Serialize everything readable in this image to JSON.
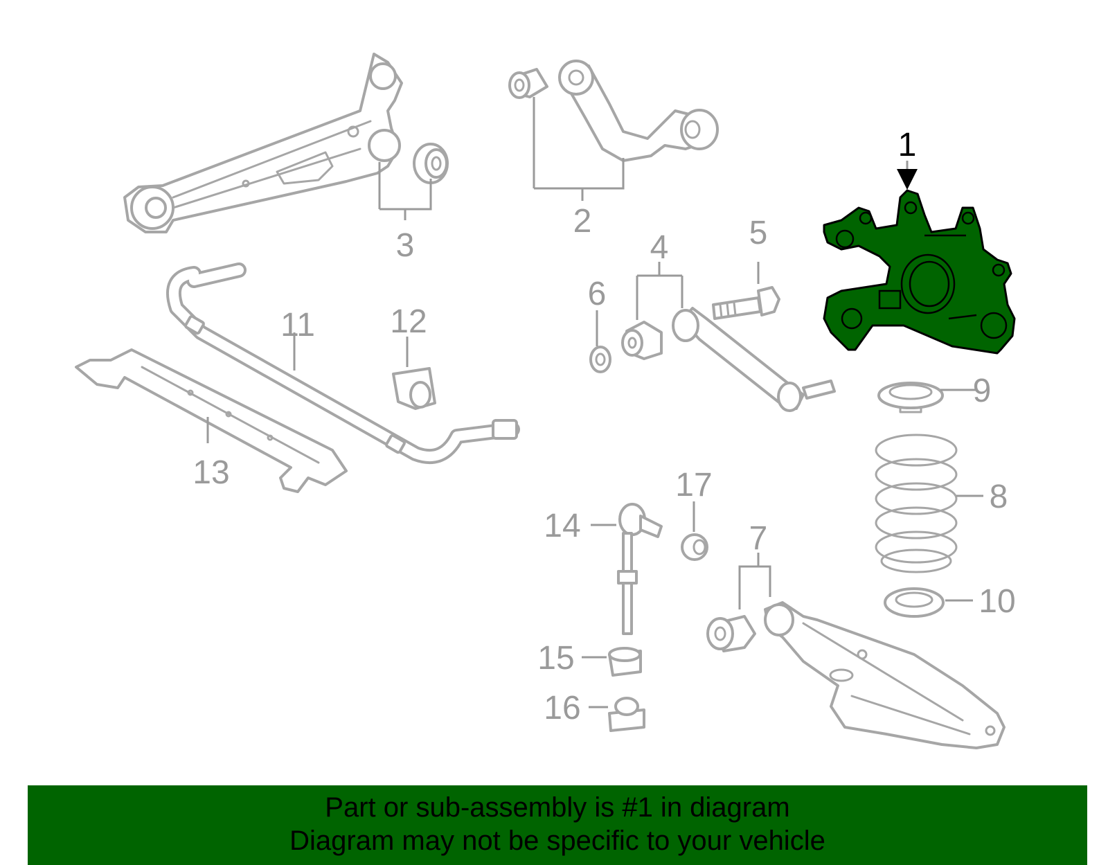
{
  "callouts": {
    "n1": "1",
    "n2": "2",
    "n3": "3",
    "n4": "4",
    "n5": "5",
    "n6": "6",
    "n7": "7",
    "n8": "8",
    "n9": "9",
    "n10": "10",
    "n11": "11",
    "n12": "12",
    "n13": "13",
    "n14": "14",
    "n15": "15",
    "n16": "16",
    "n17": "17"
  },
  "banner": {
    "line1": "Part or sub-assembly is #1 in diagram",
    "line2": "Diagram may not be specific to your vehicle"
  },
  "colors": {
    "highlight": "#006400",
    "line_art": "#a6a6a6",
    "banner_bg": "#006400"
  }
}
